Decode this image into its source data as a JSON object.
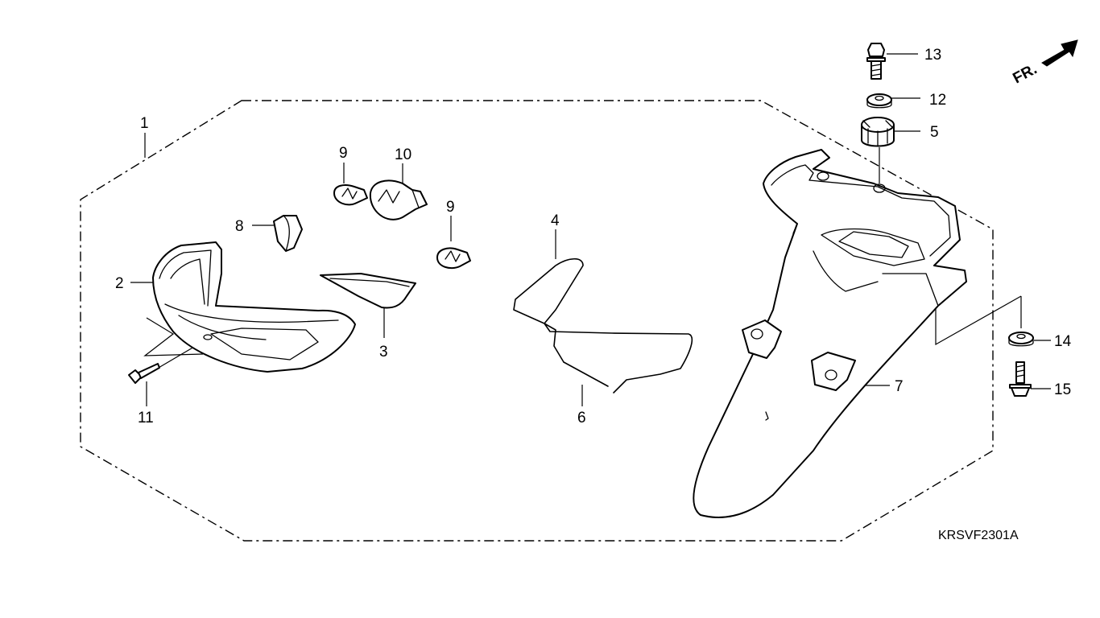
{
  "diagram": {
    "code": "KRSVF2301A",
    "front_label": "FR.",
    "callouts": {
      "c1": "1",
      "c2": "2",
      "c3": "3",
      "c4": "4",
      "c5": "5",
      "c6": "6",
      "c7": "7",
      "c8": "8",
      "c9a": "9",
      "c9b": "9",
      "c10": "10",
      "c11": "11",
      "c12": "12",
      "c13": "13",
      "c14": "14",
      "c15": "15"
    }
  }
}
